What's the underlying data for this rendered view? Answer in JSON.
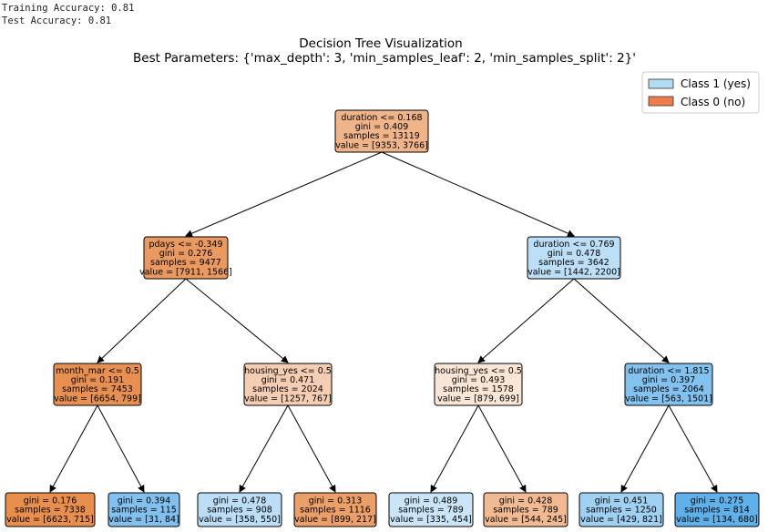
{
  "console": {
    "training": "Training Accuracy: 0.81",
    "test": "Test Accuracy: 0.81"
  },
  "diagram": {
    "title": "Decision Tree Visualization",
    "subtitle": "Best Parameters: {'max_depth': 3, 'min_samples_leaf': 2, 'min_samples_split': 2}'",
    "legend": [
      {
        "label": "Class 1 (yes)",
        "color": "#b3dcf2"
      },
      {
        "label": "Class 0 (no)",
        "color": "#ee7d4b"
      }
    ],
    "nodes": [
      {
        "id": "n0",
        "lines": [
          "duration <= 0.168",
          "gini = 0.409",
          "samples = 13119",
          "value = [9353, 3766]"
        ],
        "color": "#f0b48a"
      },
      {
        "id": "n1",
        "lines": [
          "pdays <= -0.349",
          "gini = 0.276",
          "samples = 9477",
          "value = [7911, 1566]"
        ],
        "color": "#ea9a61"
      },
      {
        "id": "n2",
        "lines": [
          "duration <= 0.769",
          "gini = 0.478",
          "samples = 3642",
          "value = [1442, 2200]"
        ],
        "color": "#bcdef6"
      },
      {
        "id": "n3",
        "lines": [
          "month_mar <= 0.5",
          "gini = 0.191",
          "samples = 7453",
          "value = [6654, 799]"
        ],
        "color": "#e89051"
      },
      {
        "id": "n4",
        "lines": [
          "housing_yes <= 0.5",
          "gini = 0.471",
          "samples = 2024",
          "value = [1257, 767]"
        ],
        "color": "#f5cdb2"
      },
      {
        "id": "n5",
        "lines": [
          "housing_yes <= 0.5",
          "gini = 0.493",
          "samples = 1578",
          "value = [879, 699]"
        ],
        "color": "#fae6d7"
      },
      {
        "id": "n6",
        "lines": [
          "duration <= 1.815",
          "gini = 0.397",
          "samples = 2064",
          "value = [563, 1501]"
        ],
        "color": "#83c2ef"
      },
      {
        "id": "n7",
        "lines": [
          "gini = 0.176",
          "samples = 7338",
          "value = [6623, 715]"
        ],
        "color": "#e88f4e"
      },
      {
        "id": "n8",
        "lines": [
          "gini = 0.394",
          "samples = 115",
          "value = [31, 84]"
        ],
        "color": "#82c1ef"
      },
      {
        "id": "n9",
        "lines": [
          "gini = 0.478",
          "samples = 908",
          "value = [358, 550]"
        ],
        "color": "#bbdef6"
      },
      {
        "id": "n10",
        "lines": [
          "gini = 0.313",
          "samples = 1116",
          "value = [899, 217]"
        ],
        "color": "#eb9f69"
      },
      {
        "id": "n11",
        "lines": [
          "gini = 0.489",
          "samples = 789",
          "value = [335, 454]"
        ],
        "color": "#cbe5f8"
      },
      {
        "id": "n12",
        "lines": [
          "gini = 0.428",
          "samples = 789",
          "value = [544, 245]"
        ],
        "color": "#f1ba92"
      },
      {
        "id": "n13",
        "lines": [
          "gini = 0.451",
          "samples = 1250",
          "value = [429, 821]"
        ],
        "color": "#a0d0f2"
      },
      {
        "id": "n14",
        "lines": [
          "gini = 0.275",
          "samples = 814",
          "value = [134, 680]"
        ],
        "color": "#60b0ea"
      }
    ],
    "edges": [
      [
        "n0",
        "n1"
      ],
      [
        "n0",
        "n2"
      ],
      [
        "n1",
        "n3"
      ],
      [
        "n1",
        "n4"
      ],
      [
        "n2",
        "n5"
      ],
      [
        "n2",
        "n6"
      ],
      [
        "n3",
        "n7"
      ],
      [
        "n3",
        "n8"
      ],
      [
        "n4",
        "n9"
      ],
      [
        "n4",
        "n10"
      ],
      [
        "n5",
        "n11"
      ],
      [
        "n5",
        "n12"
      ],
      [
        "n6",
        "n13"
      ],
      [
        "n6",
        "n14"
      ]
    ]
  }
}
